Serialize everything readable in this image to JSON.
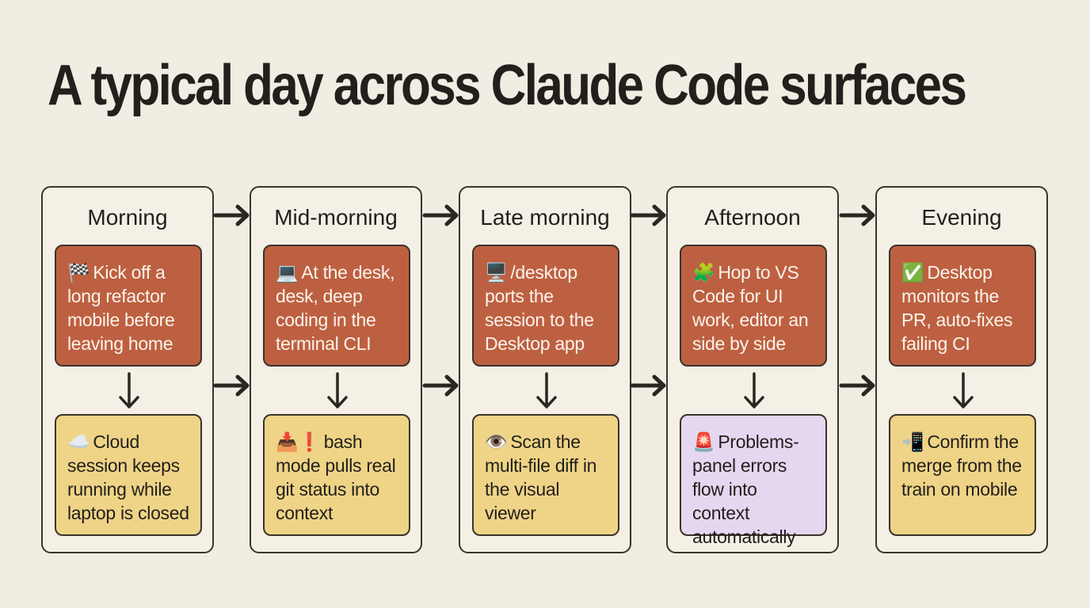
{
  "title": "A typical day across Claude Code surfaces",
  "columns": [
    {
      "heading": "Morning",
      "top": {
        "icon": "🏁",
        "icon_name": "checkered-flag-icon",
        "text": "Kick off a long refactor mobile before leaving home"
      },
      "bottom": {
        "icon": "☁️",
        "icon_name": "cloud-icon",
        "text": "Cloud session keeps running while laptop is closed"
      }
    },
    {
      "heading": "Mid-morning",
      "top": {
        "icon": "💻",
        "icon_name": "laptop-icon",
        "text": "At the desk, desk, deep coding in the terminal CLI"
      },
      "bottom": {
        "icon": "📥❗",
        "icon_name": "inbox-alert-icon",
        "text": "bash mode pulls real git status into context"
      }
    },
    {
      "heading": "Late morning",
      "top": {
        "icon": "🖥️",
        "icon_name": "desktop-computer-icon",
        "text": "/desktop ports the session to the Desktop app"
      },
      "bottom": {
        "icon": "👁️",
        "icon_name": "eye-icon",
        "text": "Scan the multi-file diff in the visual viewer"
      }
    },
    {
      "heading": "Afternoon",
      "top": {
        "icon": "🧩",
        "icon_name": "puzzle-piece-icon",
        "text": "Hop to VS Code for UI work, editor an side by side"
      },
      "bottom": {
        "icon": "🚨",
        "icon_name": "siren-icon",
        "text": "Problems-panel errors flow into context automatically"
      }
    },
    {
      "heading": "Evening",
      "top": {
        "icon": "✅",
        "icon_name": "check-mark-icon",
        "text": "Desktop monitors the PR, auto-fixes failing CI"
      },
      "bottom": {
        "icon": "📲",
        "icon_name": "mobile-phone-arrow-icon",
        "text": "Confirm the merge from the train on mobile"
      }
    }
  ],
  "colors": {
    "background": "#f1ede3",
    "border": "#3a342b",
    "top_card": "#bd6041",
    "bottom_card": "#efd487",
    "highlight_card": "#e5d7f0"
  }
}
